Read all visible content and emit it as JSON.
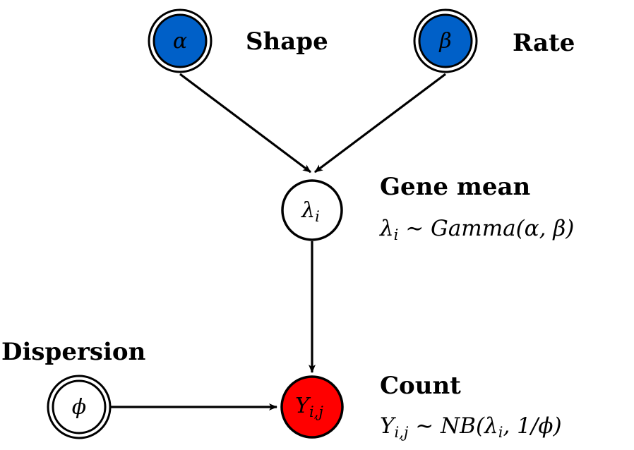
{
  "nodes": {
    "alpha": {
      "symbol": "α",
      "label": "Shape",
      "fill": "#0060c8",
      "kind": "fixed"
    },
    "beta": {
      "symbol": "β",
      "label": "Rate",
      "fill": "#0060c8",
      "kind": "fixed"
    },
    "lambda": {
      "symbol": "λ",
      "subscript": "i",
      "label": "Gene mean",
      "formula": "λi ∼ Gamma(α, β)",
      "fill": "#ffffff",
      "kind": "latent"
    },
    "phi": {
      "symbol": "ϕ",
      "label": "Dispersion",
      "fill": "#ffffff",
      "kind": "fixed"
    },
    "y": {
      "symbol": "Y",
      "subscript": "i,j",
      "label": "Count",
      "formula": "Yi,j ∼ NB(λi, 1/ϕ)",
      "fill": "#ff0000",
      "kind": "observed"
    }
  },
  "formula_parts": {
    "gamma_lhs": "λ",
    "gamma_lhs_sub": "i",
    "gamma_rest": " ∼ Gamma(α, β)",
    "nb_lhs": "Y",
    "nb_lhs_sub": "i,j",
    "nb_mid": " ∼ NB(λ",
    "nb_mid_sub": "i",
    "nb_end": ", 1/ϕ)"
  },
  "edges": [
    {
      "from": "alpha",
      "to": "lambda"
    },
    {
      "from": "beta",
      "to": "lambda"
    },
    {
      "from": "lambda",
      "to": "y"
    },
    {
      "from": "phi",
      "to": "y"
    }
  ]
}
